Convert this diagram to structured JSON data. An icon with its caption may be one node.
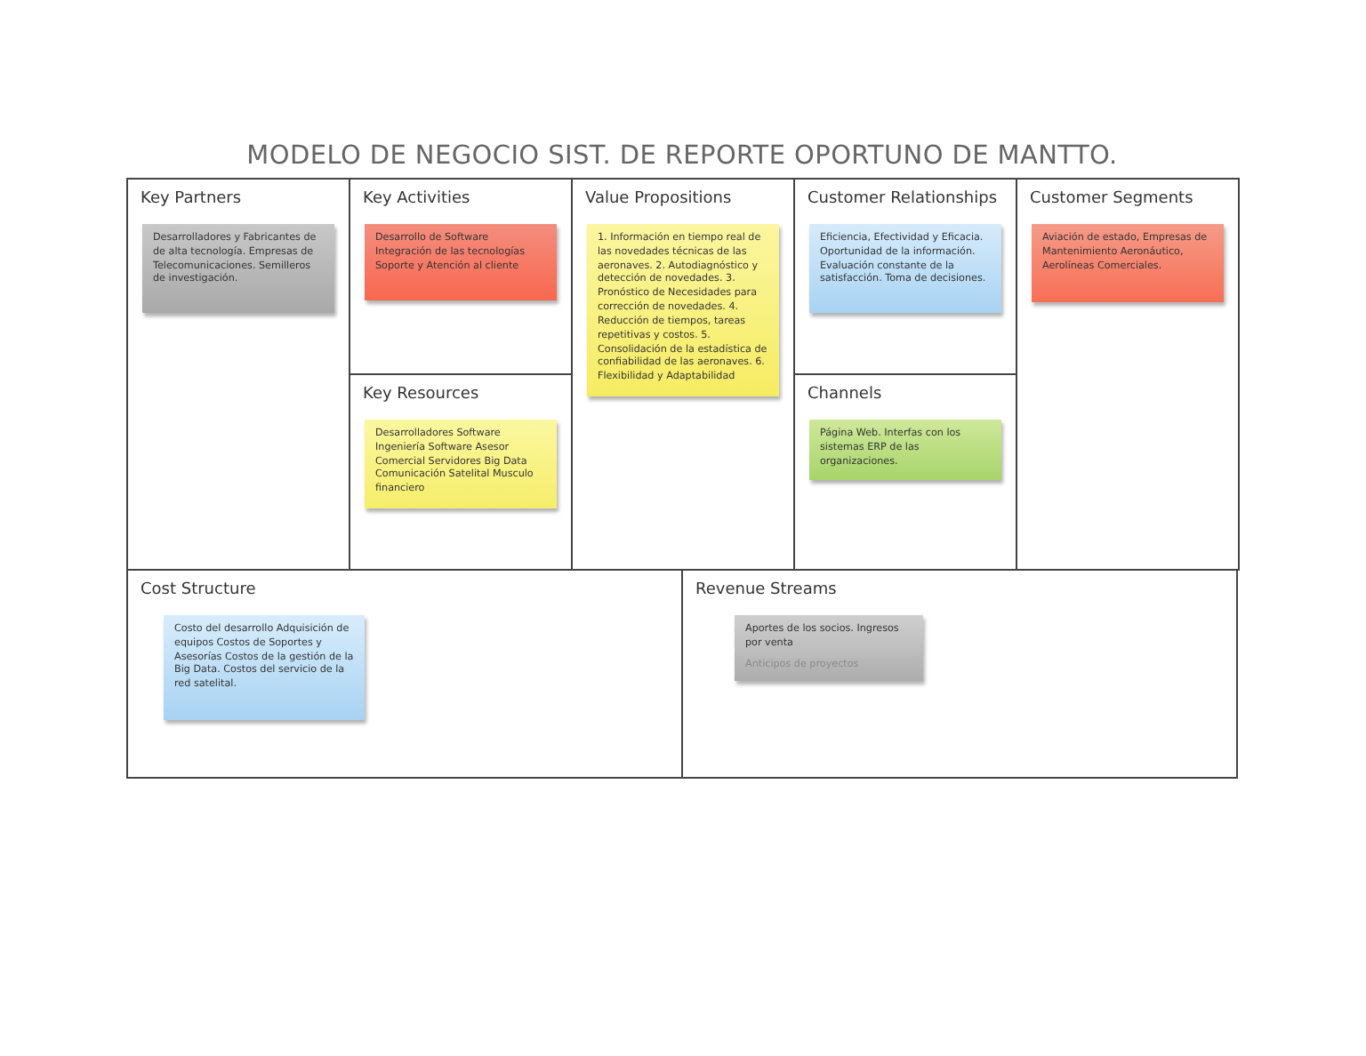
{
  "diagram": {
    "title": "MODELO DE NEGOCIO SIST. DE REPORTE OPORTUNO DE MANTTO.",
    "nodes": [
      {
        "text": [
          "Key Partners"
        ]
      },
      {
        "text": [
          "Desarrolladores y Fabricantes de de alta tecnología. Empresas de Telecomunicaciones. Semilleros de investigación."
        ],
        "in": 0
      },
      {
        "text": [
          "Key Activities"
        ]
      },
      {
        "text": [
          "Desarrollo de Software Integración de las tecnologías Soporte y Atención al cliente"
        ],
        "in": 2
      },
      {
        "text": [
          "Key Resources"
        ]
      },
      {
        "text": [
          "Desarrolladores Software Ingeniería Software Asesor Comercial Servidores Big Data Comunicación Satelital Musculo financiero"
        ],
        "in": 4
      },
      {
        "text": [
          "Value Propositions"
        ]
      },
      {
        "text": [
          "1. Información en tiempo real de las novedades técnicas de las aeronaves. 2. Autodiagnóstico y detección de novedades. 3. Pronóstico de Necesidades para corrección de novedades. 4. Reducción de tiempos, tareas repetitivas y costos. 5. Consolidación de la estadística de confiabilidad de las aeronaves. 6. Flexibilidad y Adaptabilidad"
        ],
        "in": 6
      },
      {
        "text": [
          "Customer Relationships"
        ]
      },
      {
        "text": [
          "Eficiencia, Efectividad y Eficacia. Oportunidad de la información. Evaluación constante de la satisfacción. Toma de decisiones."
        ],
        "in": 8
      },
      {
        "text": [
          "Channels"
        ]
      },
      {
        "text": [
          "Página Web. Interfas con los sistemas ERP de las organizaciones."
        ],
        "in": 10
      },
      {
        "text": [
          "Customer Segments"
        ]
      },
      {
        "text": [
          "Aviación de estado, Empresas de Mantenimiento Aeronáutico, Aerolíneas Comerciales."
        ],
        "in": 12
      },
      {
        "text": [
          "Cost Structure"
        ]
      },
      {
        "text": [
          "Costo del desarrollo Adquisición de equipos Costos de Soportes y Asesorías Costos de la gestión de la Big Data. Costos del servicio de la red satelital."
        ],
        "in": 14
      },
      {
        "text": [
          "Revenue Streams"
        ]
      },
      {
        "text": [
          "Aportes de los socios. Ingresos por venta",
          "Anticipos de proyectos"
        ],
        "in": 16
      }
    ]
  }
}
